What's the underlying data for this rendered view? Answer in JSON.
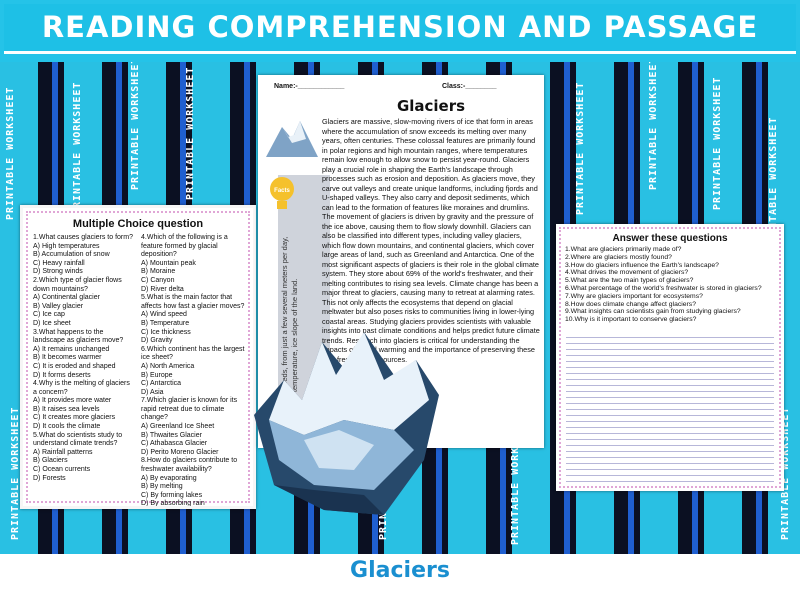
{
  "header": {
    "title": "READING COMPREHENSION AND PASSAGE"
  },
  "footer": {
    "title": "Glaciers"
  },
  "side_label": "PRINTABLE WORKSHEET",
  "mcq": {
    "title": "Multiple Choice question",
    "col1": [
      "1.What causes glaciers to form?",
      "A) High temperatures",
      "B) Accumulation of snow",
      "C) Heavy rainfall",
      "D) Strong winds",
      "2.Which type of glacier flows down mountains?",
      "A) Continental glacier",
      "B) Valley glacier",
      "C) Ice cap",
      "D) Ice sheet",
      "3.What happens to the landscape as glaciers move?",
      "A) It remains unchanged",
      "B) It becomes warmer",
      "C) It is eroded and shaped",
      "D) It forms deserts",
      "4.Why is the melting of glaciers a concern?",
      "A) It provides more water",
      "B) It raises sea levels",
      "C) It creates more glaciers",
      "D) It cools the climate",
      "5.What do scientists study to understand climate trends?",
      "A) Rainfall patterns",
      "B) Glaciers",
      "C) Ocean currents",
      "D) Forests"
    ],
    "col2": [
      "4.Which of the following is a feature formed by glacial deposition?",
      "A) Mountain peak",
      "B) Moraine",
      "C) Canyon",
      "D) River delta",
      "5.What is the main factor that affects how fast a glacier moves?",
      "A) Wind speed",
      "B) Temperature",
      "C) Ice thickness",
      "D) Gravity",
      "6.Which continent has the largest ice sheet?",
      "A) North America",
      "B) Europe",
      "C) Antarctica",
      "D) Asia",
      "7.Which glacier is known for its rapid retreat due to climate change?",
      "A) Greenland Ice Sheet",
      "B) Thwaites Glacier",
      "C) Athabasca Glacier",
      "D) Perito Moreno Glacier",
      "8.How do glaciers contribute to freshwater availability?",
      "A) By evaporating",
      "B) By melting",
      "C) By forming lakes",
      "D) By absorbing rain"
    ]
  },
  "main": {
    "name_label": "Name:-____________",
    "class_label": "Class:-________",
    "title": "Glaciers",
    "facts_badge": "Facts",
    "facts_text": "varying speeds, from just a few several meters per day, such as temperature, ice slope of the land.",
    "passage": "Glaciers are massive, slow-moving rivers of ice that form in areas where the accumulation of snow exceeds its melting over many years, often centuries. These colossal features are primarily found in polar regions and high mountain ranges, where temperatures remain low enough to allow snow to persist year-round. Glaciers play a crucial role in shaping the Earth's landscape through processes such as erosion and deposition. As glaciers move, they carve out valleys and create unique landforms, including fjords and U-shaped valleys. They also carry and deposit sediments, which can lead to the formation of features like moraines and drumlins. The movement of glaciers is driven by gravity and the pressure of the ice above, causing them to flow slowly downhill. Glaciers can also be classified into different types, including valley glaciers, which flow down mountains, and continental glaciers, which cover large areas of land, such as Greenland and Antarctica. One of the most significant aspects of glaciers is their role in the global climate system. They store about 69% of the world's freshwater, and their melting contributes to rising sea levels. Climate change has been a major threat to glaciers, causing many to retreat at alarming rates. This not only affects the ecosystems that depend on glacial meltwater but also poses risks to communities living in lower-lying coastal areas. Studying glaciers provides scientists with valuable insights into past climate conditions and helps predict future climate trends. Research into glaciers is critical for understanding the impacts of global warming and the importance of preserving these vital freshwater resources."
  },
  "answers": {
    "title": "Answer these questions",
    "questions": [
      "1.What are glaciers primarily made of?",
      "2.Where are glaciers mostly found?",
      "3.How do glaciers influence the Earth's landscape?",
      "4.What drives the movement of glaciers?",
      "5.What are the two main types of glaciers?",
      "6.What percentage of the world's freshwater is stored in glaciers?",
      "7.Why are glaciers important for ecosystems?",
      "8.How does climate change affect glaciers?",
      "9.What insights can scientists gain from studying glaciers?",
      "10.Why is it important to conserve glaciers?"
    ]
  }
}
